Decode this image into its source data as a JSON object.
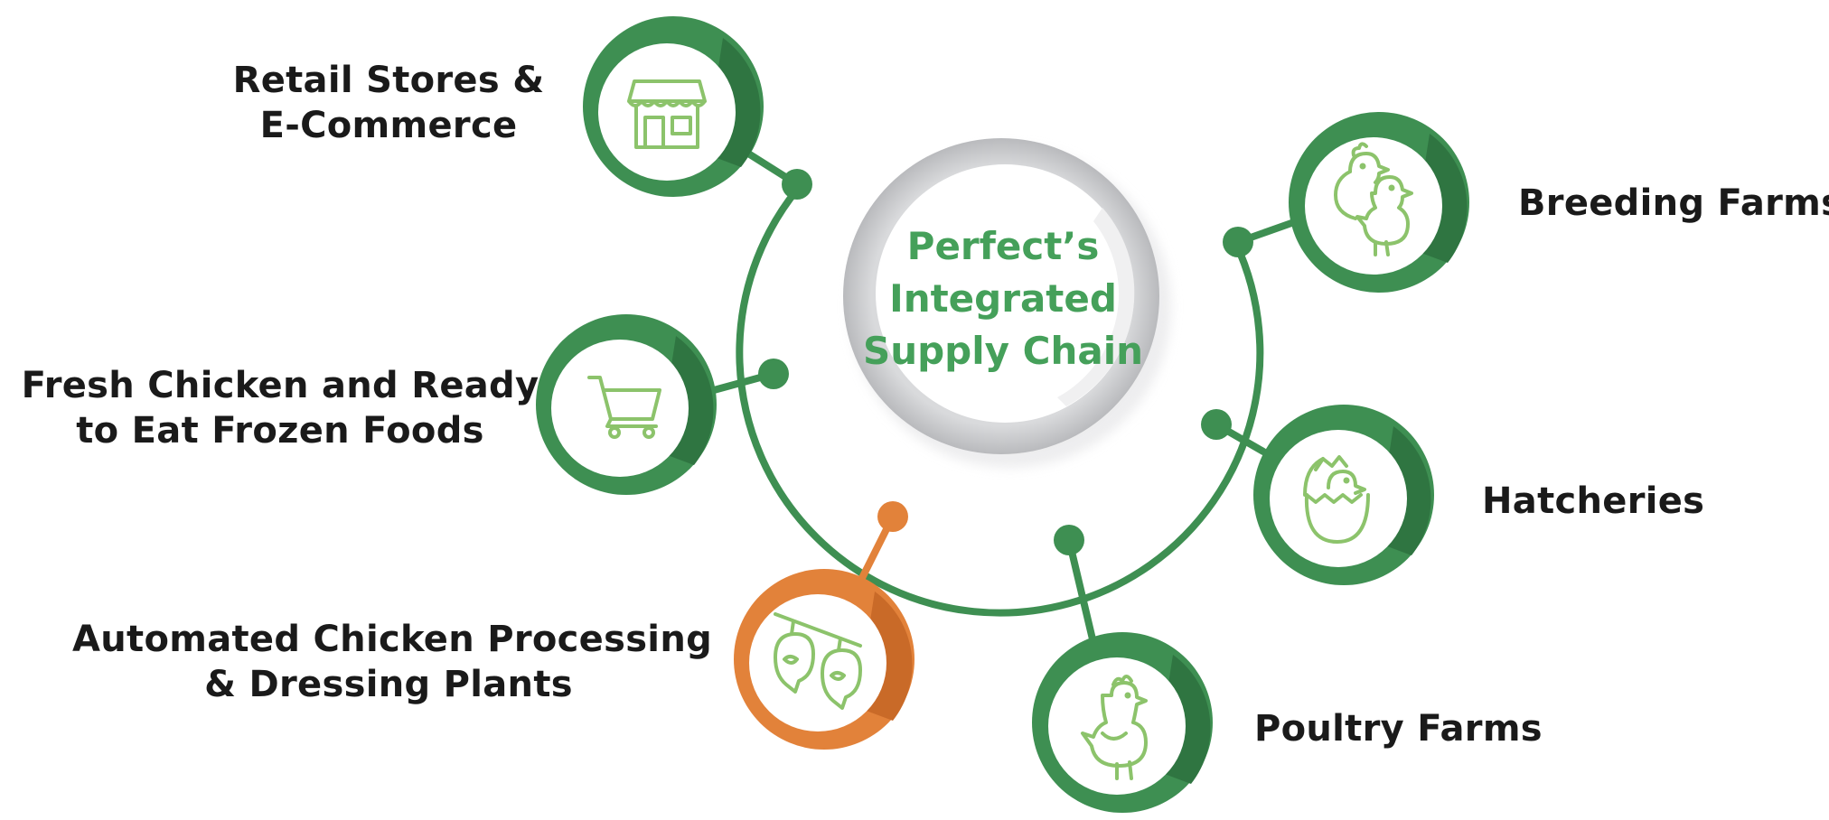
{
  "center": {
    "lines": [
      "Perfect’s",
      "Integrated",
      "Supply Chain"
    ]
  },
  "nodes": [
    {
      "id": "retail",
      "label_lines": [
        "Retail Stores &",
        "E-Commerce"
      ],
      "icon": "storefront-icon",
      "color": "#3e8f52"
    },
    {
      "id": "fresh",
      "label_lines": [
        "Fresh Chicken and Ready",
        "to Eat Frozen Foods"
      ],
      "icon": "shopping-cart-icon",
      "color": "#3e8f52"
    },
    {
      "id": "processing",
      "label_lines": [
        "Automated Chicken Processing",
        "& Dressing Plants"
      ],
      "icon": "hanging-chickens-icon",
      "color": "#e2823a"
    },
    {
      "id": "poultry",
      "label_lines": [
        "Poultry Farms"
      ],
      "icon": "chicken-icon",
      "color": "#3e8f52"
    },
    {
      "id": "hatcheries",
      "label_lines": [
        "Hatcheries"
      ],
      "icon": "hatching-egg-icon",
      "color": "#3e8f52"
    },
    {
      "id": "breeding",
      "label_lines": [
        "Breeding Farms"
      ],
      "icon": "chicks-icon",
      "color": "#3e8f52"
    }
  ],
  "colors": {
    "green": "#3e8f52",
    "green_dark": "#2f7541",
    "orange": "#e2823a",
    "icon_line": "#8cc36b",
    "center_text": "#45a05a",
    "center_ring": "#c9cacc"
  }
}
